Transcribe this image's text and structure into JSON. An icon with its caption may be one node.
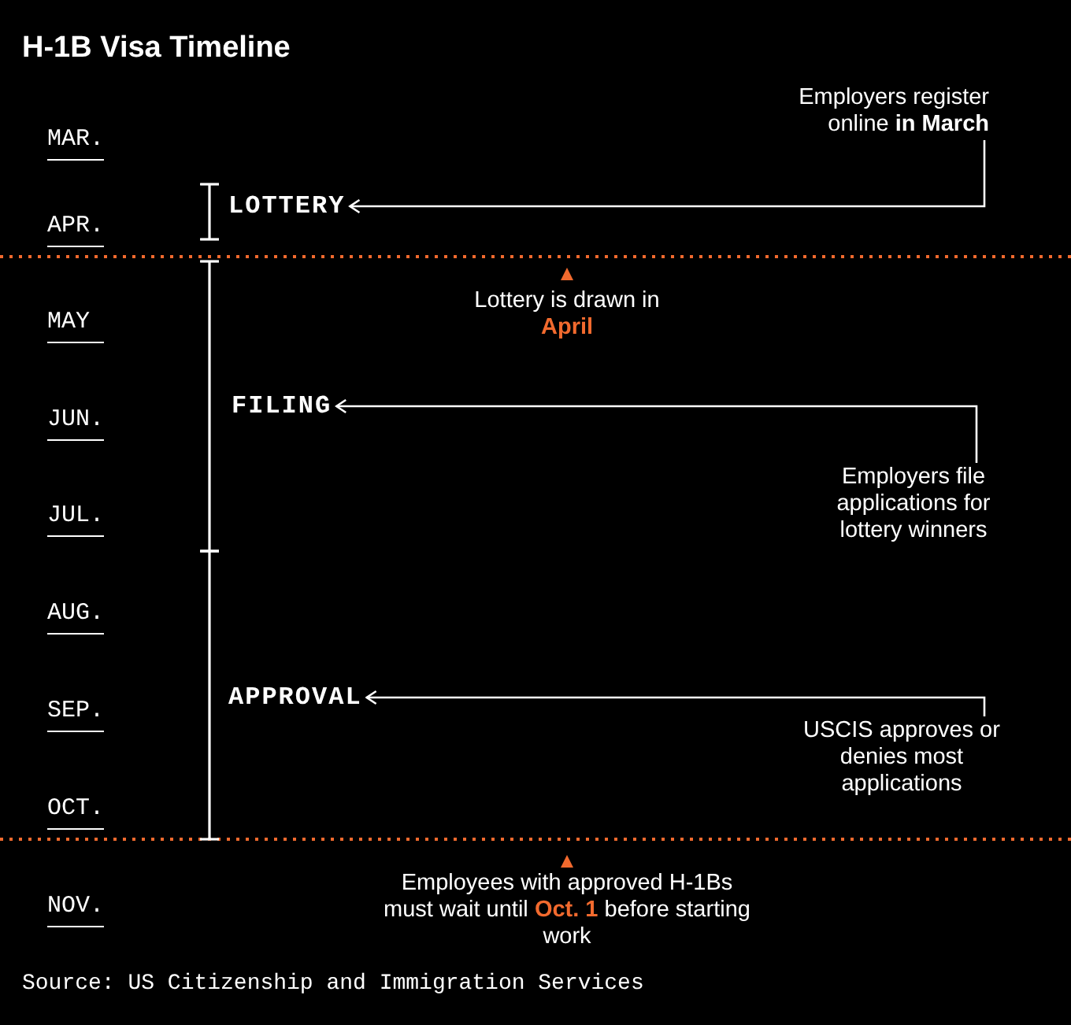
{
  "diagram": {
    "title": "H-1B Visa Timeline",
    "caption": "Source: US Citizenship and Immigration Services",
    "nodes": [
      {
        "text": [
          "LOTTERY"
        ]
      },
      {
        "text": [
          "Employers register online **in March**"
        ]
      },
      {
        "text": [
          "FILING"
        ]
      },
      {
        "text": [
          "Employers file applications for lottery winners"
        ]
      },
      {
        "text": [
          "APPROVAL"
        ]
      },
      {
        "text": [
          "USCIS approves or denies most applications"
        ]
      },
      {
        "text": [
          "Lottery is drawn in **April**"
        ]
      },
      {
        "text": [
          "Employees with approved H-1Bs must wait until **Oct. 1** before starting work"
        ]
      }
    ],
    "edges": [
      {
        "from": 1,
        "to": 0,
        "arrow": "to"
      },
      {
        "from": 3,
        "to": 2,
        "arrow": "to"
      },
      {
        "from": 5,
        "to": 4,
        "arrow": "to"
      }
    ],
    "labels": [
      "MAR.",
      "APR.",
      "MAY",
      "JUN.",
      "JUL.",
      "AUG.",
      "SEP.",
      "OCT.",
      "NOV."
    ]
  }
}
